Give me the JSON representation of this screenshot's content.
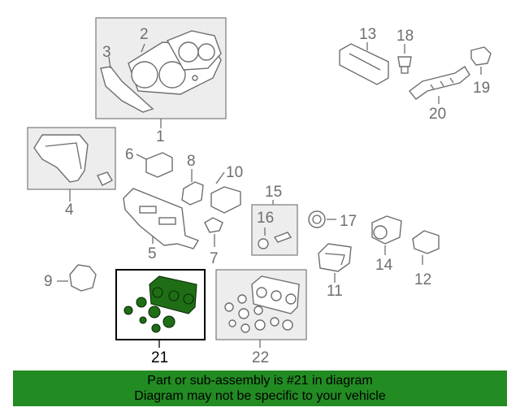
{
  "diagram": {
    "labels": {
      "p1": "1",
      "p2": "2",
      "p3": "3",
      "p4": "4",
      "p5": "5",
      "p6": "6",
      "p7": "7",
      "p8": "8",
      "p9": "9",
      "p10": "10",
      "p11": "11",
      "p12": "12",
      "p13": "13",
      "p14": "14",
      "p15": "15",
      "p16": "16",
      "p17": "17",
      "p18": "18",
      "p19": "19",
      "p20": "20",
      "p21": "21",
      "p22": "22"
    },
    "highlight_part": "21",
    "highlight_color": "#228b22"
  },
  "banner": {
    "line1": "Part or sub-assembly is #21 in diagram",
    "line2": "Diagram may not be specific to your vehicle"
  }
}
